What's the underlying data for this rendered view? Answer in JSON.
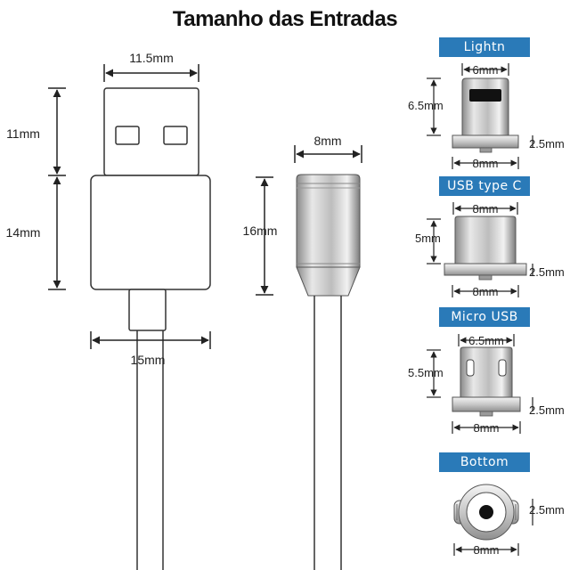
{
  "title": "Tamanho das Entradas",
  "connectors": {
    "lightning": {
      "label": "Lightn",
      "width": "6mm",
      "height": "6.5mm",
      "base_width": "8mm",
      "base_height": "2.5mm"
    },
    "usb_c": {
      "label": "USB type C",
      "width": "8mm",
      "height": "5mm",
      "base_width": "8mm",
      "base_height": "2.5mm"
    },
    "micro_usb": {
      "label": "Micro USB",
      "width": "6.5mm",
      "height": "5.5mm",
      "base_width": "8mm",
      "base_height": "2.5mm"
    },
    "bottom": {
      "label": "Bottom",
      "width": "8mm",
      "height": "2.5mm"
    }
  },
  "usb_a": {
    "plug_width": "11.5mm",
    "plug_height": "11mm",
    "body_height": "14mm",
    "body_width": "15mm"
  },
  "magnetic_head": {
    "width": "8mm",
    "height": "16mm"
  },
  "colors": {
    "tag_blue": "#2a7ab8",
    "line": "#222222"
  }
}
